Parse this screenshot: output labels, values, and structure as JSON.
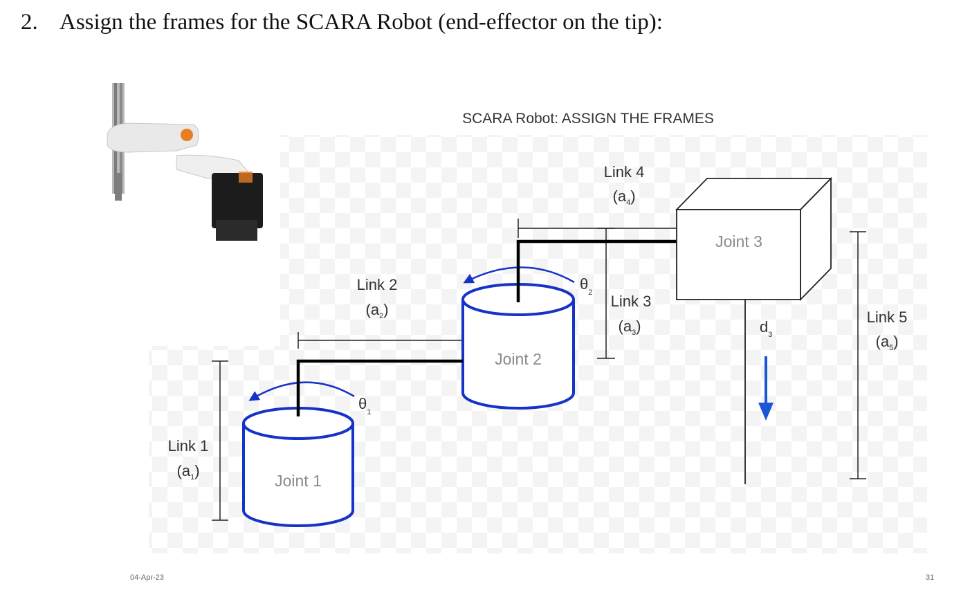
{
  "question": {
    "number": "2.",
    "text": "Assign the frames for the SCARA Robot (end-effector on the tip):"
  },
  "diagram": {
    "title": "SCARA Robot: ASSIGN THE FRAMES",
    "joints": [
      "Joint 1",
      "Joint 2",
      "Joint 3"
    ],
    "links": [
      {
        "name": "Link 1",
        "symbol": "a",
        "index": "1"
      },
      {
        "name": "Link 2",
        "symbol": "a",
        "index": "2"
      },
      {
        "name": "Link 3",
        "symbol": "a",
        "index": "3"
      },
      {
        "name": "Link 4",
        "symbol": "a",
        "index": "4"
      },
      {
        "name": "Link 5",
        "symbol": "a",
        "index": "5"
      }
    ],
    "angles": [
      {
        "symbol": "θ",
        "index": "1"
      },
      {
        "symbol": "θ",
        "index": "2"
      }
    ],
    "displacement": {
      "symbol": "d",
      "index": "3"
    },
    "colors": {
      "joint_blue": "#1633c8",
      "arrow_blue": "#1a56d6",
      "link_black": "#000000"
    }
  },
  "footer": {
    "date": "04-Apr-23",
    "page": "31"
  },
  "photo": {
    "icon": "scara-robot-photo"
  }
}
